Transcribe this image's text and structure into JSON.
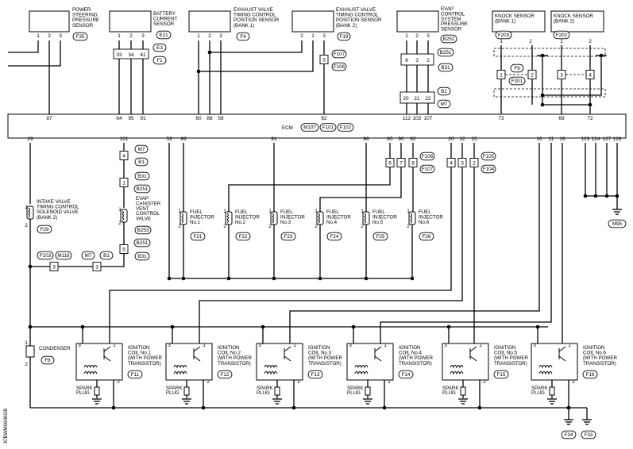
{
  "sensors": [
    {
      "id": "ps",
      "lines": [
        "POWER",
        "STEERING",
        "PRESSURE",
        "SENSOR"
      ],
      "ref": "F35",
      "pins": [
        "1",
        "2",
        "3"
      ]
    },
    {
      "id": "bc",
      "lines": [
        "BATTERY",
        "CURRENT",
        "SENSOR"
      ],
      "ref": "E21",
      "pins": [
        "1",
        "2",
        "3"
      ],
      "refs_small": [
        "E3",
        "F1"
      ],
      "cells": [
        "33",
        "34",
        "41"
      ]
    },
    {
      "id": "ev1",
      "lines": [
        "EXHAUST VALVE",
        "TIMING CONTROL",
        "POSITION SENSOR",
        "(BANK 1)"
      ],
      "ref": "F4",
      "pins": [
        "1",
        "2",
        "3"
      ]
    },
    {
      "id": "ev2",
      "lines": [
        "EXHAUST VALVE",
        "TIMING CONTROL",
        "POSITION SENSOR",
        "(BANK 2)"
      ],
      "ref": "F19",
      "pins": [
        "2",
        "1",
        "3"
      ],
      "refs_small": [
        "F107",
        "F106"
      ],
      "cells": [
        "3"
      ]
    },
    {
      "id": "evap",
      "lines": [
        "EVAP",
        "CONTROL",
        "SYSTEM",
        "PRESSURE",
        "SENSOR"
      ],
      "ref": "B252",
      "pins": [
        "1",
        "2",
        "3"
      ],
      "refs_small": [
        "B251",
        "B31",
        "B1",
        "M7"
      ],
      "cells": [
        "6",
        "3",
        "2",
        "20",
        "21",
        "22"
      ]
    },
    {
      "id": "ks1",
      "lines": [
        "KNOCK SENSOR",
        "(BANK 1)"
      ],
      "ref": "F203",
      "pins": [
        "1",
        "2"
      ]
    },
    {
      "id": "ks2",
      "lines": [
        "KNOCK SENSOR",
        "(BANK 2)"
      ],
      "ref": "F202",
      "pins": [
        "1",
        "2"
      ]
    }
  ],
  "knock_harness": {
    "refs": [
      "F9",
      "F201"
    ],
    "cells": [
      "1",
      "2",
      "3",
      "4"
    ]
  },
  "ecm": {
    "label": "ECM",
    "refs": [
      "M107",
      "F101",
      "F102"
    ],
    "top_pins": [
      "87",
      "64",
      "95",
      "91",
      "60",
      "88",
      "58",
      "62",
      "112",
      "102",
      "107",
      "73",
      "69",
      "72"
    ],
    "bottom_pins": [
      "29",
      "121",
      "53",
      "89",
      "81",
      "86",
      "85",
      "90",
      "82",
      "20",
      "12",
      "15",
      "16",
      "11",
      "19",
      "123",
      "124",
      "127",
      "128"
    ]
  },
  "intake_valve": {
    "lines": [
      "INTAKE VALVE",
      "TIMING CONTROL",
      "SOLENOID VALVE",
      "(BANK 2)"
    ],
    "ref": "F29",
    "pins": [
      "1",
      "2"
    ]
  },
  "evap_vent": {
    "lines": [
      "EVAP",
      "CANISTER",
      "VENT",
      "CONTROL",
      "VALVE"
    ],
    "ref": "B253",
    "pins": [
      "1",
      "2"
    ],
    "refs_small": [
      "M7",
      "B1",
      "B31",
      "B251",
      "B251",
      "B31"
    ],
    "cells": [
      "4",
      "1",
      "5"
    ]
  },
  "lower_harness": {
    "refs": [
      "F103",
      "M116",
      "M7",
      "B1"
    ],
    "cells": [
      "3",
      "3"
    ]
  },
  "injectors": [
    {
      "lines": [
        "FUEL",
        "INJECTOR",
        "No.1"
      ],
      "ref": "F21",
      "pins": [
        "1",
        "2"
      ]
    },
    {
      "lines": [
        "FUEL",
        "INJECTOR",
        "No.2"
      ],
      "ref": "F22",
      "pins": [
        "1",
        "2"
      ]
    },
    {
      "lines": [
        "FUEL",
        "INJECTOR",
        "No.3"
      ],
      "ref": "F23",
      "pins": [
        "1",
        "2"
      ]
    },
    {
      "lines": [
        "FUEL",
        "INJECTOR",
        "No.4"
      ],
      "ref": "F24",
      "pins": [
        "1",
        "2"
      ]
    },
    {
      "lines": [
        "FUEL",
        "INJECTOR",
        "No.5"
      ],
      "ref": "F25",
      "pins": [
        "1",
        "2"
      ]
    },
    {
      "lines": [
        "FUEL",
        "INJECTOR",
        "No.6"
      ],
      "ref": "F26",
      "pins": [
        "1",
        "2"
      ]
    }
  ],
  "injector_harness": {
    "refs": [
      "F106",
      "F107"
    ],
    "cells": [
      "6",
      "7",
      "8"
    ]
  },
  "coil_harness": {
    "refs": [
      "F105",
      "F104"
    ],
    "cells": [
      "4",
      "3",
      "2"
    ]
  },
  "condenser": {
    "label": "CONDENSER",
    "ref": "F8",
    "pins": [
      "1",
      "2"
    ]
  },
  "coils": [
    {
      "lines": [
        "IGNITION",
        "COIL No.1",
        "(WITH POWER",
        "TRANSISTOR)"
      ],
      "ref": "F11",
      "pins": [
        "3",
        "1",
        "2"
      ]
    },
    {
      "lines": [
        "IGNITION",
        "COIL No.2",
        "(WITH POWER",
        "TRANSISTOR)"
      ],
      "ref": "F12",
      "pins": [
        "3",
        "1",
        "2"
      ]
    },
    {
      "lines": [
        "IGNITION",
        "COIL No.3",
        "(WITH POWER",
        "TRANSISTOR)"
      ],
      "ref": "F13",
      "pins": [
        "3",
        "1",
        "2"
      ]
    },
    {
      "lines": [
        "IGNITION",
        "COIL No.4",
        "(WITH POWER",
        "TRANSISTOR)"
      ],
      "ref": "F14",
      "pins": [
        "3",
        "1",
        "2"
      ]
    },
    {
      "lines": [
        "IGNITION",
        "COIL No.5",
        "(WITH POWER",
        "TRANSISTOR)"
      ],
      "ref": "F15",
      "pins": [
        "3",
        "1",
        "2"
      ]
    },
    {
      "lines": [
        "IGNITION",
        "COIL No.6",
        "(WITH POWER",
        "TRANSISTOR)"
      ],
      "ref": "F16",
      "pins": [
        "3",
        "1",
        "2"
      ]
    }
  ],
  "spark_plug": [
    "SPARK",
    "PLUG"
  ],
  "grounds": [
    "M95",
    "F34",
    "F33"
  ],
  "side_code": "JCBWM0606GB"
}
